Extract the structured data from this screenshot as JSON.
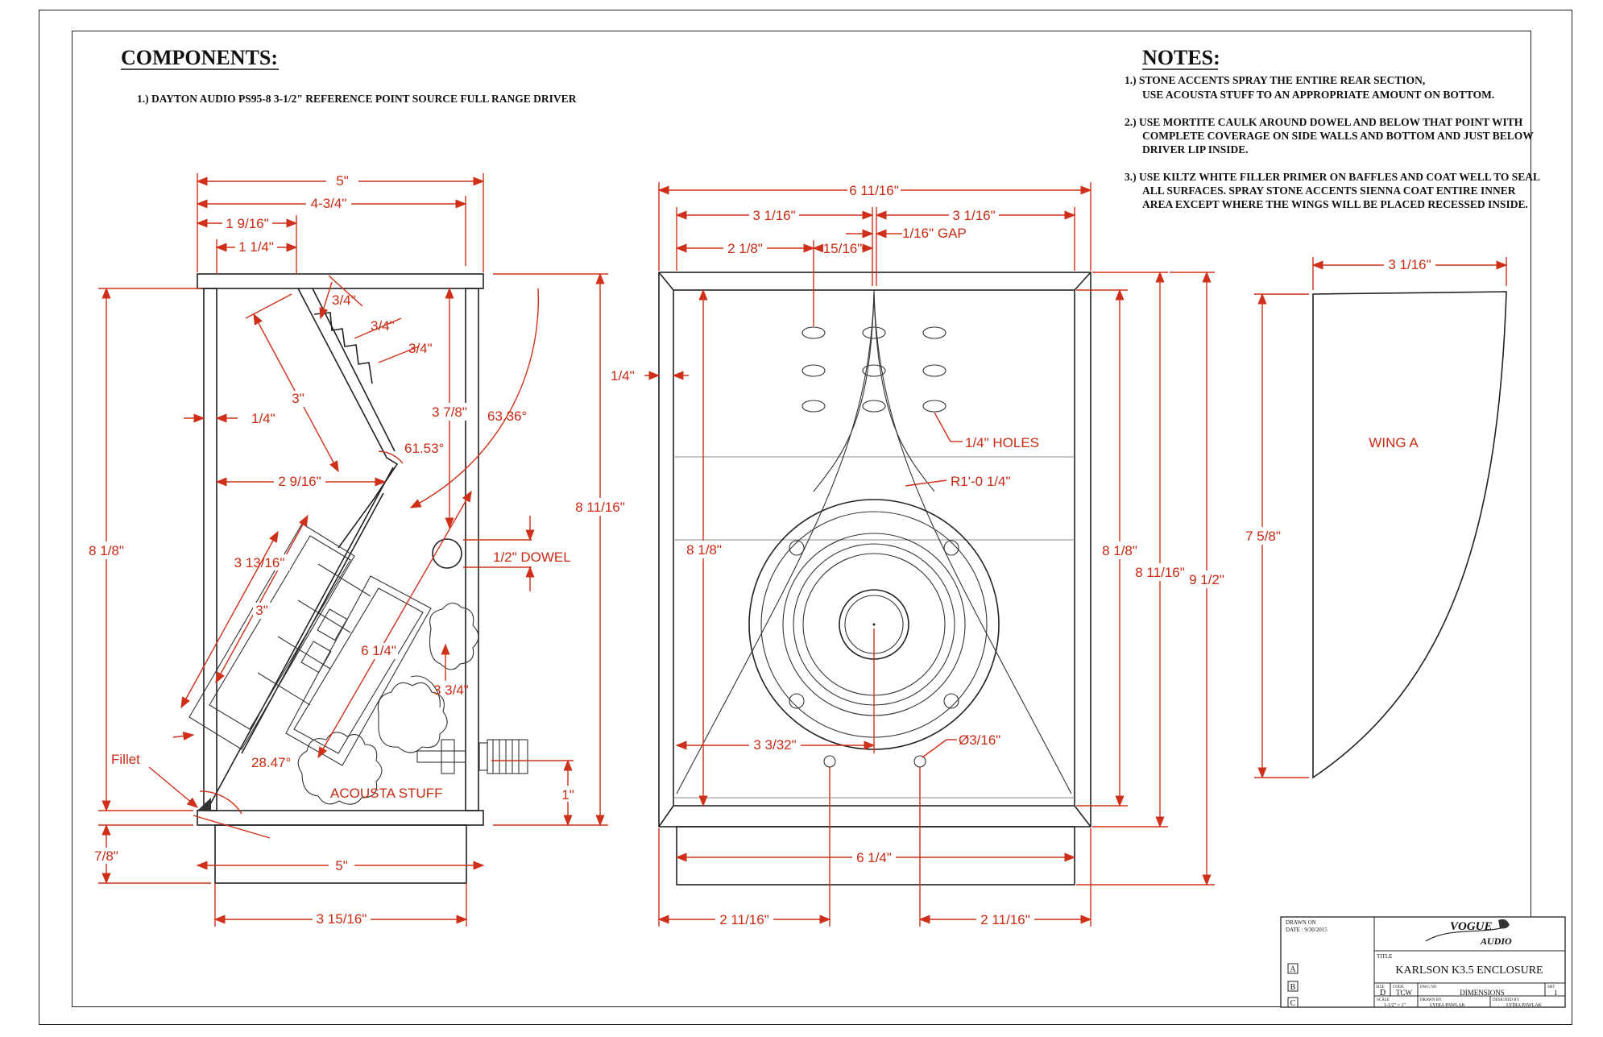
{
  "components": {
    "heading": "COMPONENTS:",
    "items": [
      "1.)  DAYTON AUDIO PS95-8  3-1/2\" REFERENCE  POINT SOURCE  FULL RANGE  DRIVER"
    ]
  },
  "notes": {
    "heading": "NOTES:",
    "lines": [
      "1.)  STONE ACCENTS SPRAY THE ENTIRE REAR SECTION,",
      "USE ACOUSTA STUFF TO AN APPROPRIATE AMOUNT ON BOTTOM.",
      "2.)  USE MORTITE CAULK AROUND DOWEL AND BELOW THAT POINT WITH",
      "COMPLETE COVERAGE ON SIDE WALLS AND BOTTOM AND JUST BELOW",
      "DRIVER LIP INSIDE.",
      "3.)  USE KILTZ WHITE FILLER PRIMER ON BAFFLES AND COAT WELL TO SEAL",
      "ALL SURFACES. SPRAY STONE ACCENTS SIENNA COAT ENTIRE INNER",
      "AREA EXCEPT WHERE THE WINGS WILL BE PLACED RECESSED INSIDE."
    ]
  },
  "side_view": {
    "dims": {
      "top_5": "5\"",
      "top_4_3_4": "4-3/4\"",
      "d_1_9_16": "1 9/16\"",
      "d_1_1_4": "1 1/4\"",
      "d_3_4_a": "3/4\"",
      "d_3_4_b": "3/4\"",
      "d_3_4_c": "3/4\"",
      "d_3": "3\"",
      "d_1_4": "1/4\"",
      "d_3_7_8": "3 7/8\"",
      "angle_63": "63.36°",
      "angle_61": "61.53°",
      "d_2_9_16": "2 9/16\"",
      "d_8_1_8": "8 1/8\"",
      "d_3_13_16": "3 13/16\"",
      "d_3b": "3\"",
      "d_6_1_4": "6 1/4\"",
      "d_3_3_4": "3 3/4\"",
      "dowel": "1/2\"  DOWEL",
      "d_8_11_16": "8 11/16\"",
      "fillet": "Fillet",
      "angle_28": "28.47°",
      "acousta": "ACOUSTA STUFF",
      "d_1": "1\"",
      "d_7_8": "7/8\"",
      "bottom_5": "5\"",
      "d_3_15_16": "3 15/16\""
    }
  },
  "front_view": {
    "dims": {
      "w_6_11_16": "6 11/16\"",
      "w_3_1_16_l": "3 1/16\"",
      "w_3_1_16_r": "3 1/16\"",
      "gap": "1/16\" GAP",
      "w_2_1_8": "2 1/8\"",
      "w_15_16": "15/16\"",
      "h_1_4": "1/4\"",
      "holes": "1/4\" HOLES",
      "radius": "R1'-0 1/4\"",
      "h_8_1_8_l": "8 1/8\"",
      "h_8_1_8_r": "8 1/8\"",
      "h_8_11_16": "8 11/16\"",
      "h_9_1_2": "9 1/2\"",
      "w_3_3_32": "3 3/32\"",
      "dia_3_16": "Ø3/16\"",
      "w_6_1_4": "6 1/4\"",
      "w_2_11_16_l": "2 11/16\"",
      "w_2_11_16_r": "2 11/16\""
    }
  },
  "wing": {
    "label": "WING  A",
    "width": "3 1/16\"",
    "height": "7 5/8\""
  },
  "title_block": {
    "drawn_on": "DRAWN ON",
    "date": "DATE : 9/30/2015",
    "logo_top": "VOGUE",
    "logo_bottom": "AUDIO",
    "title_label": "TITLE",
    "title": "KARLSON  K3.5  ENCLOSURE",
    "rev_a": "A",
    "rev_b": "B",
    "rev_c": "C",
    "size_label": "SIZE",
    "size": "D",
    "code_label": "CODE",
    "code": "TCW",
    "dwg_label": "DWG NO",
    "dwg": "DIMENSIONS",
    "sht_label": "SHT",
    "sht": "1",
    "scale_label": "SCALE",
    "scale": "1-1/2\" = 1\"",
    "drawn_by_label": "DRAWN BY",
    "drawn_by": "LYDIA PAWLAK",
    "designed_by_label": "DESIGNED BY",
    "designed_by": "LYDIA PAWLAK"
  }
}
